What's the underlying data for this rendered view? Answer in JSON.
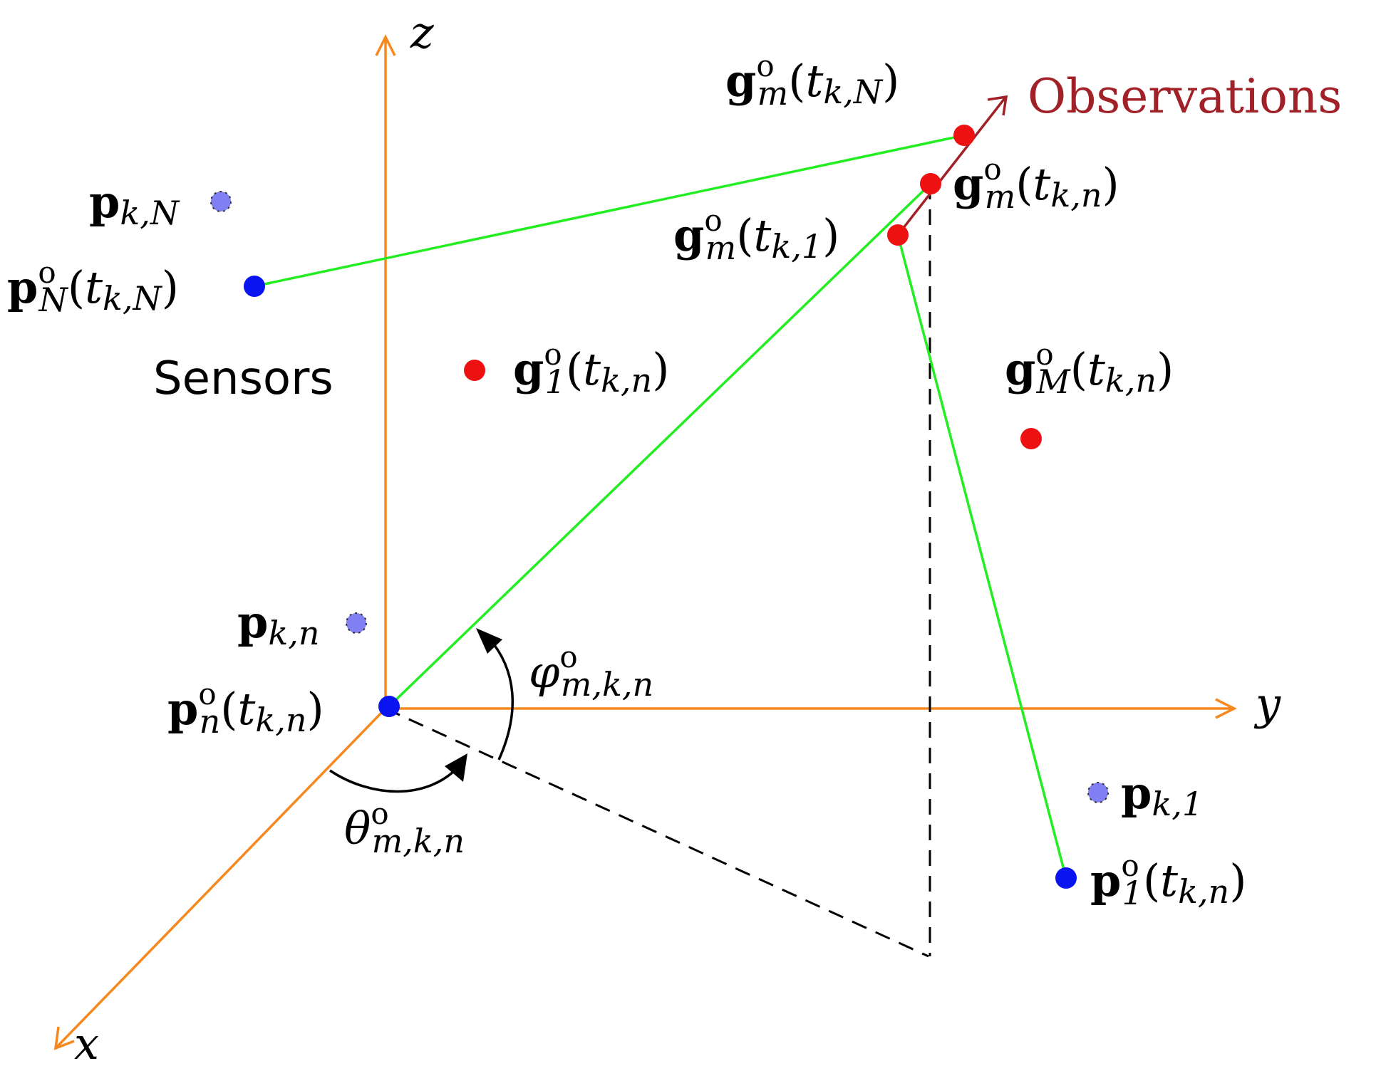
{
  "colors": {
    "axis": "#f5891f",
    "sensor": "#0a14f0",
    "sensor_est": "#8080f2",
    "target": "#ee1111",
    "line": "#22ee22",
    "observation": "#a02128",
    "arc": "#000000"
  },
  "axes": {
    "x": "x",
    "y": "y",
    "z": "z"
  },
  "text": {
    "sensors": "Sensors",
    "observations": "Observations",
    "p": "p",
    "g": "g",
    "t": "t",
    "o": "o",
    "lp": "(",
    "rp": ")",
    "sub_kN": "k,N",
    "sub_kn": "k,n",
    "sub_k1": "k,1",
    "sub_N": "N",
    "sub_n": "n",
    "sub_1": "1",
    "sub_m": "m",
    "sub_M": "M",
    "phi": "φ",
    "theta": "θ",
    "sub_mkn": "m,k,n"
  },
  "icons": [
    "arrow-head-icon",
    "curved-arrow-icon"
  ]
}
